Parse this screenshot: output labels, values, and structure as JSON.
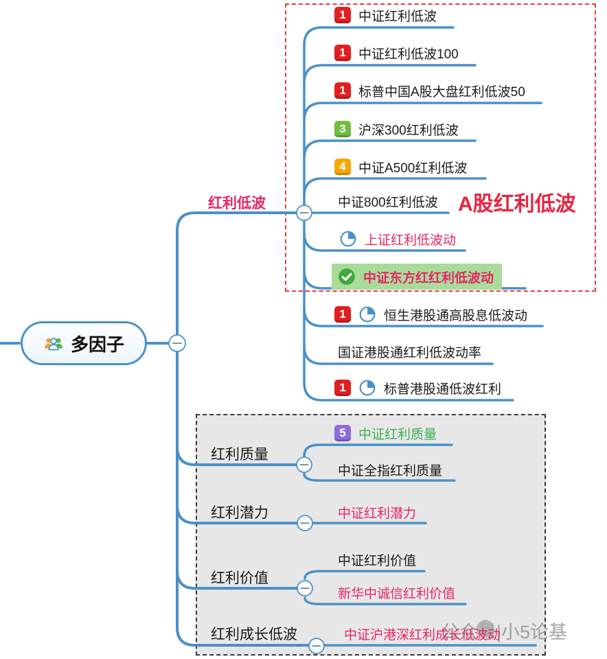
{
  "root": {
    "label": "多因子"
  },
  "watermark": {
    "text": "公众号|小5论基"
  },
  "colors": {
    "line": "#4A90C8",
    "pink": "#E62565",
    "red_label": "#E8243F",
    "badge_red": "#E11F1F",
    "badge_green": "#6FBE3E",
    "badge_amber": "#F7A800",
    "badge_purple": "#8E6CDB",
    "check_green": "#3FA93B",
    "highlight_bg": "#A9DB9A",
    "green_text": "#3CB054",
    "gray_box_bg": "#E7E7E7",
    "red_box_border": "#E53A3A"
  },
  "branches": {
    "low_vol": {
      "label": "红利低波",
      "region_label": "A股红利低波",
      "items": [
        {
          "badge": "1",
          "label": "中证红利低波"
        },
        {
          "badge": "1",
          "label": "中证红利低波100"
        },
        {
          "badge": "1",
          "label": "标普中国A股大盘红利低波50"
        },
        {
          "badge": "3",
          "label": "沪深300红利低波"
        },
        {
          "badge": "4",
          "label": "中证A500红利低波"
        },
        {
          "label": "中证800红利低波"
        },
        {
          "label": "上证红利低波动"
        },
        {
          "label": "中证东方红红利低波动"
        },
        {
          "badge": "1",
          "label": "恒生港股通高股息低波动"
        },
        {
          "label": "国证港股通红利低波动率"
        },
        {
          "badge": "1",
          "label": "标普港股通低波红利"
        }
      ]
    },
    "quality": {
      "label": "红利质量",
      "items": [
        {
          "badge": "5",
          "label": "中证红利质量"
        },
        {
          "label": "中证全指红利质量"
        }
      ]
    },
    "potential": {
      "label": "红利潜力",
      "items": [
        {
          "label": "中证红利潜力"
        }
      ]
    },
    "value": {
      "label": "红利价值",
      "items": [
        {
          "label": "中证红利价值"
        },
        {
          "label": "新华中诚信红利价值"
        }
      ]
    },
    "growth": {
      "label": "红利成长低波",
      "items": [
        {
          "label": "中证沪港深红利成长低波动"
        }
      ]
    }
  }
}
